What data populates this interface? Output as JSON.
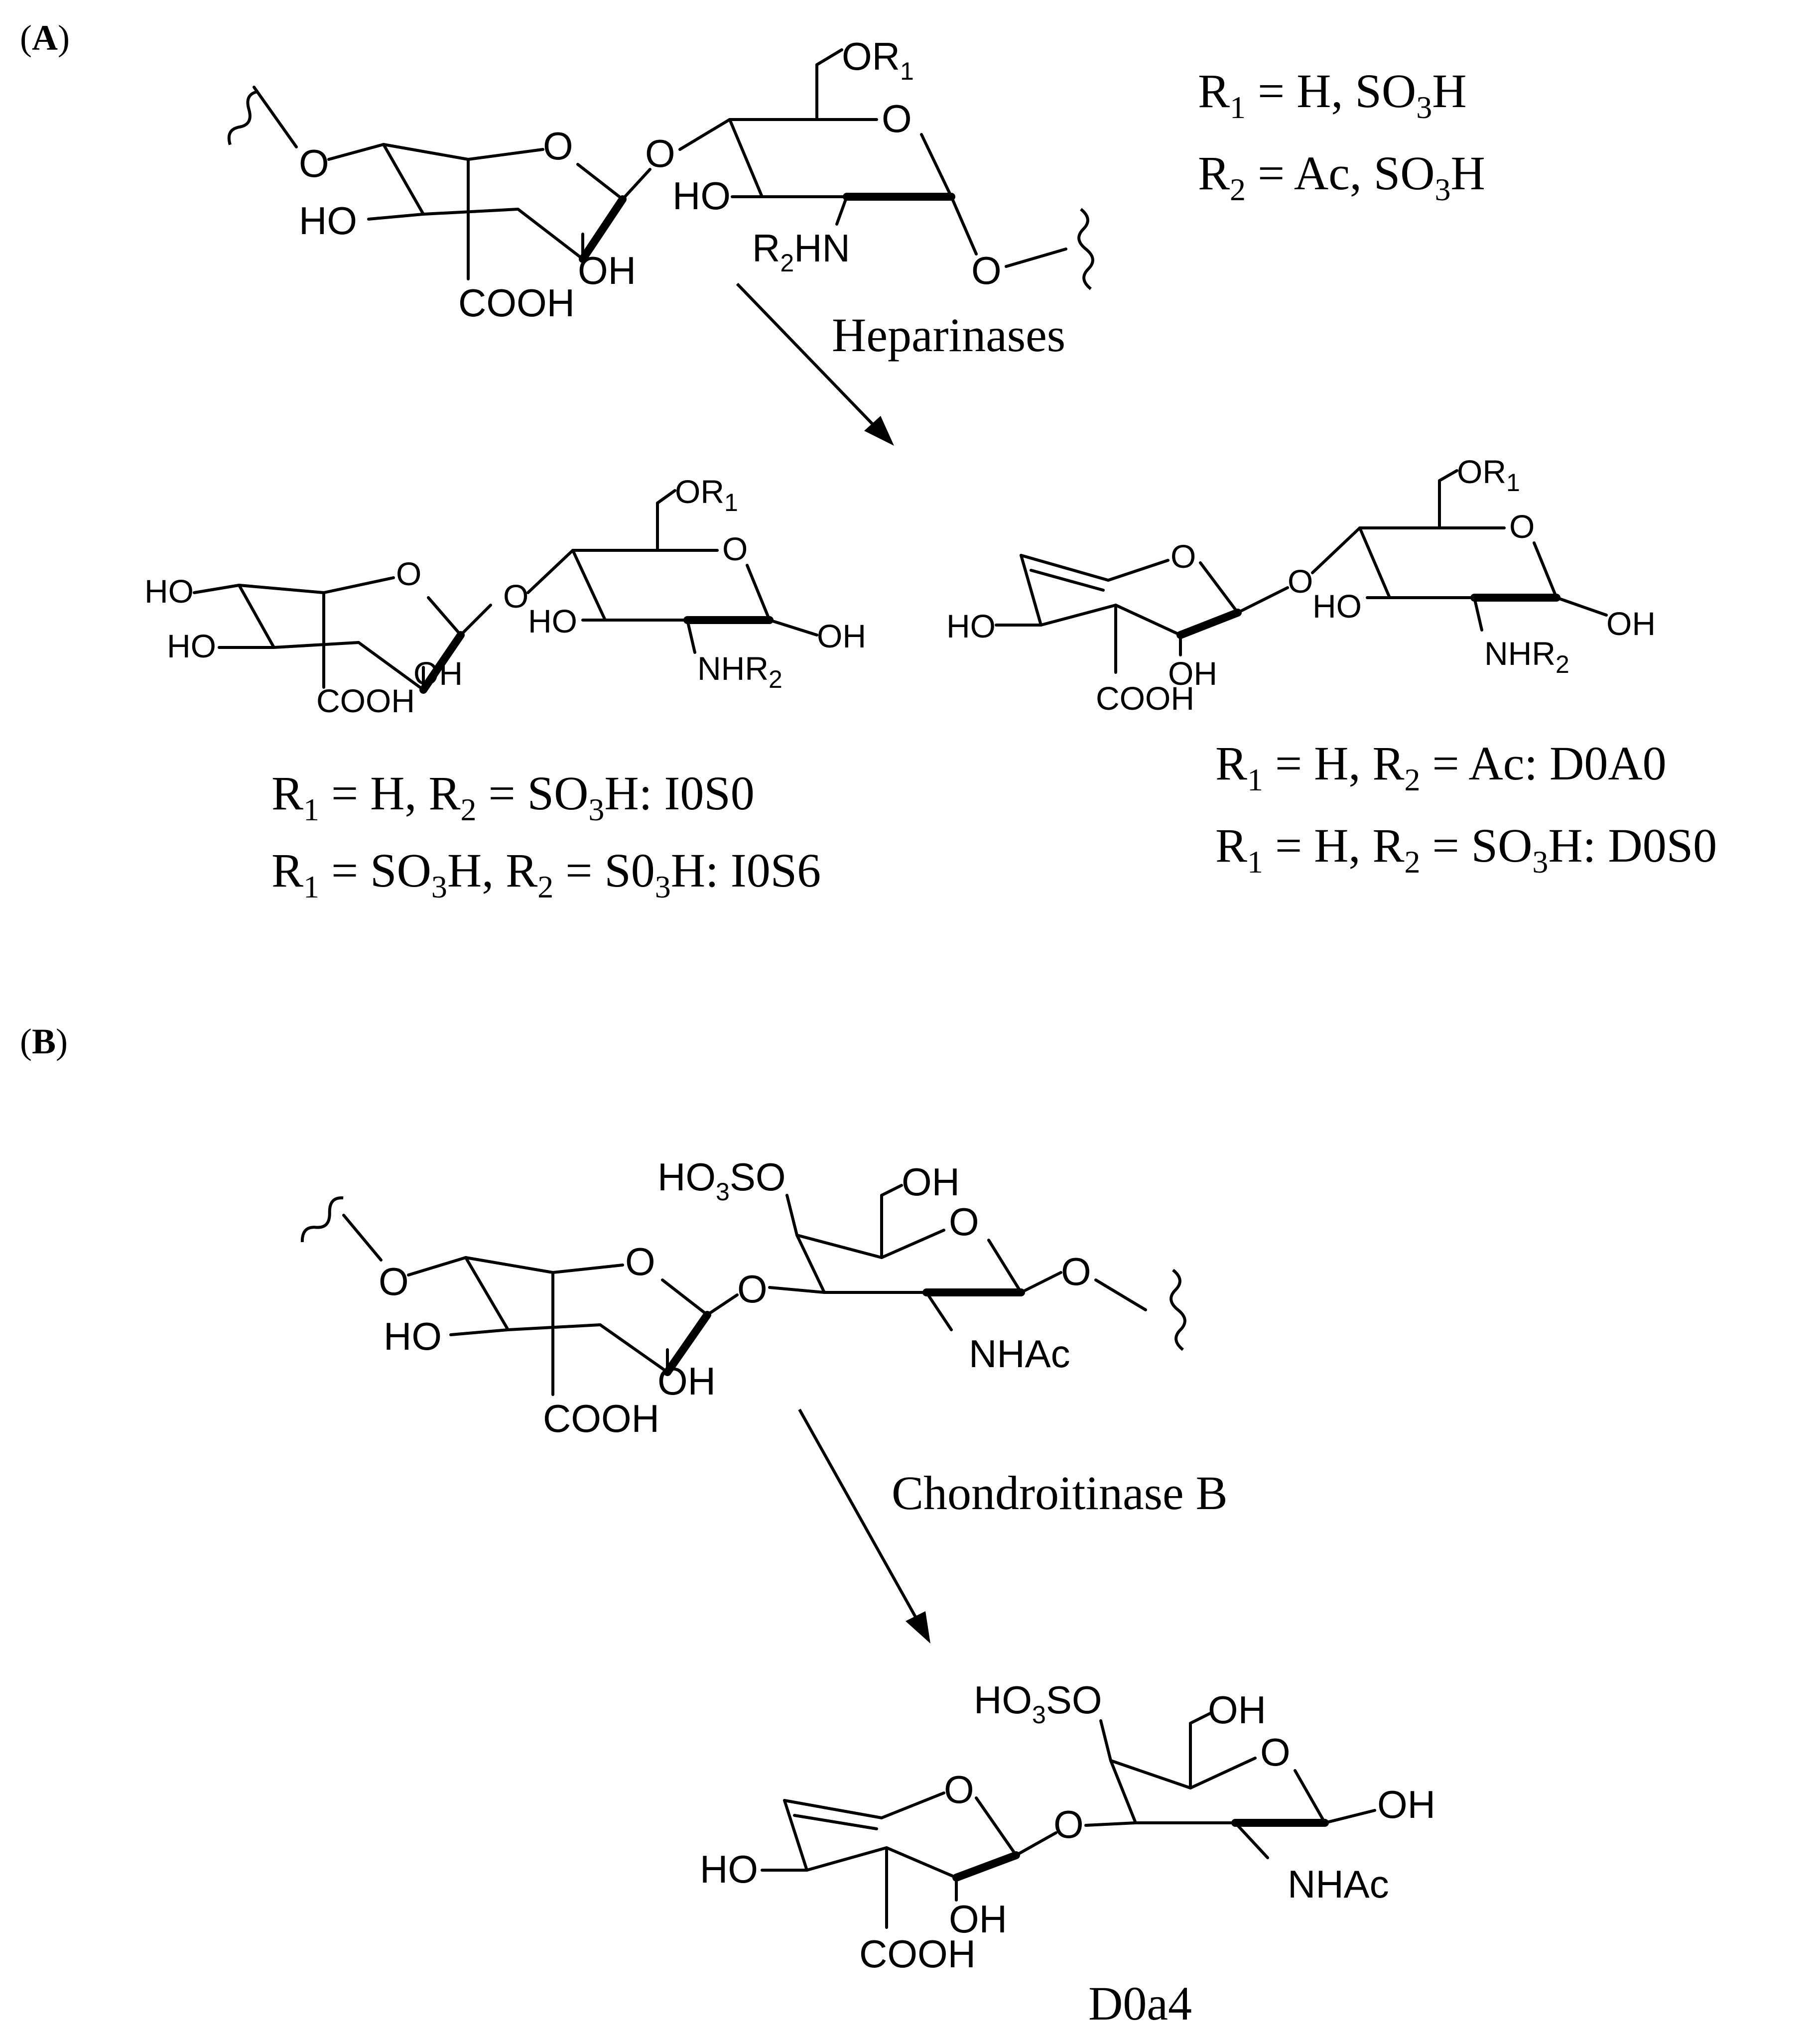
{
  "panels": {
    "a": {
      "open": "(",
      "letter": "A",
      "close": ")"
    },
    "b": {
      "open": "(",
      "letter": "B",
      "close": ")"
    }
  },
  "atoms": {
    "o": "O",
    "ho": "HO",
    "oh": "OH",
    "cooh": "COOH",
    "nhac": "NHAc",
    "or": "OR",
    "nhr": "NHR",
    "r2hn_r": "R",
    "r2hn_hn": "HN",
    "ho3so_ho": "HO",
    "ho3so_so": "SO",
    "sub1": "1",
    "sub2": "2",
    "sub3": "3"
  },
  "definitions": {
    "r": "R",
    "r1_sub": "1",
    "r2_sub": "2",
    "eq": " = ",
    "r1_values_a": "H, SO",
    "r1_values_b": "H",
    "r2_values_a": "Ac, SO",
    "r2_values_b": "H",
    "three": "3"
  },
  "enzymes": {
    "heparinases": "Heparinases",
    "chondroitinase": "Chondroitinase B"
  },
  "products": {
    "i0s0": {
      "r1": "H",
      "r2": "SO",
      "r2_tail": "H:  I0S0"
    },
    "i0s6": {
      "r1": "SO",
      "r1_tail": "H, ",
      "r2": "S0",
      "r2_tail": "H: I0S6"
    },
    "d0a0": {
      "r1": "H",
      "r2": "Ac:  D0A0"
    },
    "d0s0": {
      "r1": "H",
      "r2": "SO",
      "r2_tail": "H:  D0S0"
    },
    "d0a4": "D0a4"
  }
}
